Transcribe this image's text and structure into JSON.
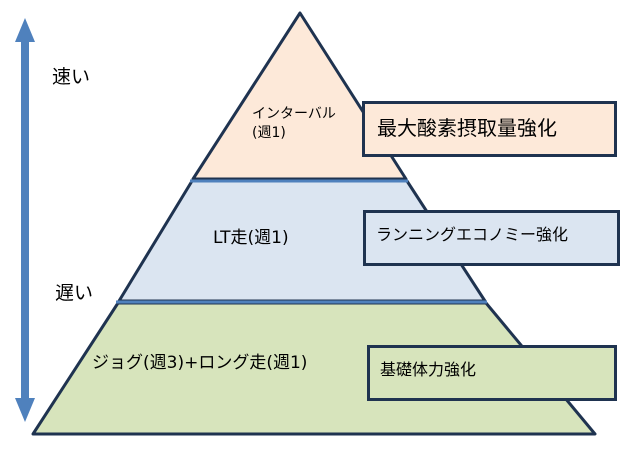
{
  "axis": {
    "top_label": "速い",
    "bottom_label": "遅い"
  },
  "colors": {
    "arrow": "#4f81bd",
    "outline": "#1f3350",
    "divider": "#4f81bd",
    "tier_top": "#fde9d9",
    "tier_middle": "#dbe5f1",
    "tier_bottom": "#d7e4bc"
  },
  "tiers": [
    {
      "name": "interval",
      "label_line1": "インターバル",
      "label_line2": "(週1)",
      "effect": "最大酸素摂取量強化"
    },
    {
      "name": "lt",
      "label": "LT走(週1)",
      "effect": "ランニングエコノミー強化"
    },
    {
      "name": "base",
      "label": "ジョグ(週3)+ロング走(週1)",
      "effect": "基礎体力強化"
    }
  ]
}
